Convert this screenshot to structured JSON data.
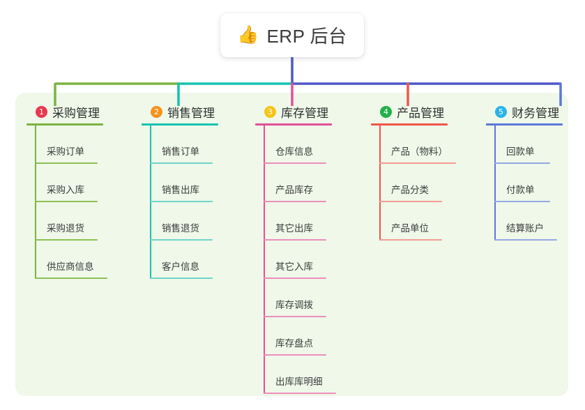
{
  "diagram": {
    "type": "mind-map",
    "title": "ERP 后台",
    "root": {
      "icon": "thumbs-up-icon",
      "icon_glyph": "👍",
      "label": "ERP 后台"
    },
    "panel_color": "#eff8e9",
    "background_color": "#ffffff",
    "branches": [
      {
        "number": "1",
        "label": "采购管理",
        "badge_color": "#e8384f",
        "line_color": "#7cb342",
        "items": [
          {
            "label": "采购订单"
          },
          {
            "label": "采购入库"
          },
          {
            "label": "采购退货"
          },
          {
            "label": "供应商信息"
          }
        ]
      },
      {
        "number": "2",
        "label": "销售管理",
        "badge_color": "#f6921e",
        "line_color": "#16c2b0",
        "items": [
          {
            "label": "销售订单"
          },
          {
            "label": "销售出库"
          },
          {
            "label": "销售退货"
          },
          {
            "label": "客户信息"
          }
        ]
      },
      {
        "number": "3",
        "label": "库存管理",
        "badge_color": "#f5c518",
        "line_color": "#e25098",
        "items": [
          {
            "label": "仓库信息"
          },
          {
            "label": "产品库存"
          },
          {
            "label": "其它出库"
          },
          {
            "label": "其它入库"
          },
          {
            "label": "库存调拨"
          },
          {
            "label": "库存盘点"
          },
          {
            "label": "出库库明细"
          }
        ]
      },
      {
        "number": "4",
        "label": "产品管理",
        "badge_color": "#21b04b",
        "line_color": "#f0564a",
        "items": [
          {
            "label": "产品（物料）"
          },
          {
            "label": "产品分类"
          },
          {
            "label": "产品单位"
          }
        ]
      },
      {
        "number": "5",
        "label": "财务管理",
        "badge_color": "#2bb3e8",
        "line_color": "#5b78d8",
        "items": [
          {
            "label": "回款单"
          },
          {
            "label": "付款单"
          },
          {
            "label": "结算账户"
          }
        ]
      }
    ],
    "connectors": {
      "trunk_color": "#4e57c8",
      "bus_segments": [
        {
          "color": "#7cb342"
        },
        {
          "color": "#16c2b0"
        },
        {
          "color": "#4e57c8"
        }
      ]
    }
  }
}
